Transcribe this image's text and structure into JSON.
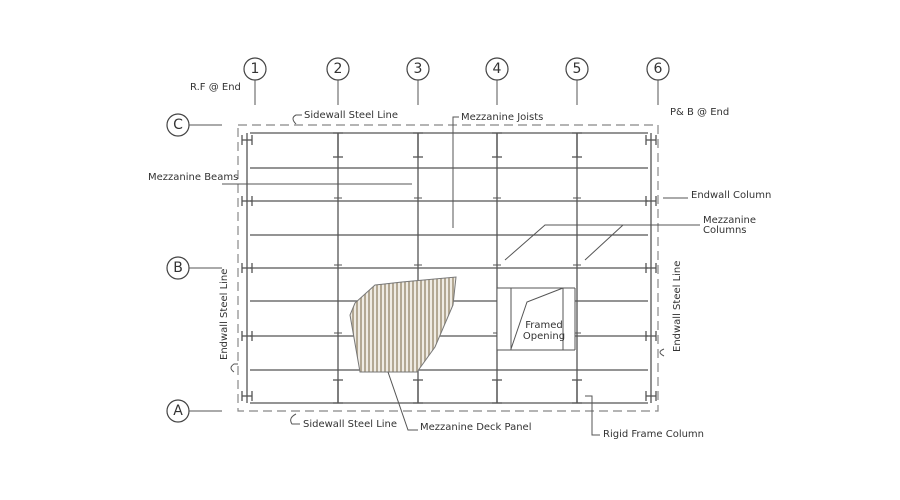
{
  "grid_columns": [
    "1",
    "2",
    "3",
    "4",
    "5",
    "6"
  ],
  "grid_rows": [
    "C",
    "B",
    "A"
  ],
  "labels": {
    "rf_end": "R.F @ End",
    "pb_end": "P& B @ End",
    "sidewall_top": "Sidewall Steel Line",
    "sidewall_bottom": "Sidewall Steel Line",
    "mezz_joists": "Mezzanine Joists",
    "mezz_beams": "Mezzanine Beams",
    "endwall_column": "Endwall Column",
    "mezz_columns_1": "Mezzanine",
    "mezz_columns_2": "Columns",
    "endwall_left": "Endwall Steel Line",
    "endwall_right": "Endwall Steel Line",
    "framed_1": "Framed",
    "framed_2": "Opening",
    "deck_panel": "Mezzanine Deck Panel",
    "rigid_frame": "Rigid Frame Column"
  },
  "colors": {
    "deck": "#c9bfae",
    "line": "#555555"
  }
}
